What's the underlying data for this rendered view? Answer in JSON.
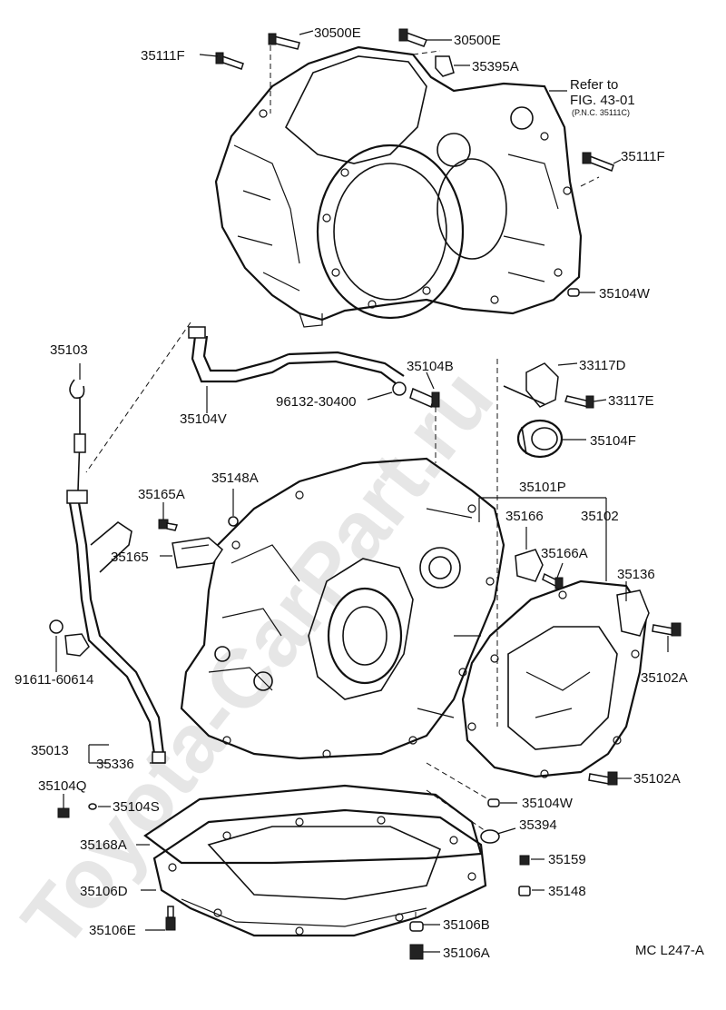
{
  "watermark": "Toyota-CarPart.ru",
  "drawing_code": "MC L247-A",
  "refer": {
    "line1": "Refer to",
    "line2": "FIG. 43-01",
    "line3": "(P.N.C. 35111C)"
  },
  "labels": {
    "p30500E_a": "30500E",
    "p30500E_b": "30500E",
    "p35111F_a": "35111F",
    "p35395A": "35395A",
    "p35111F_b": "35111F",
    "p35104W_a": "35104W",
    "p35103": "35103",
    "p35104V": "35104V",
    "p35104B": "35104B",
    "p96132": "96132-30400",
    "p33117D": "33117D",
    "p33117E": "33117E",
    "p35104F": "35104F",
    "p35148A": "35148A",
    "p35165A": "35165A",
    "p35165": "35165",
    "p35101P": "35101P",
    "p35166": "35166",
    "p35102": "35102",
    "p35166A": "35166A",
    "p35136": "35136",
    "p91611": "91611-60614",
    "p35102A_a": "35102A",
    "p35013": "35013",
    "p35336": "35336",
    "p35102A_b": "35102A",
    "p35104Q": "35104Q",
    "p35104S": "35104S",
    "p35104W_b": "35104W",
    "p35394": "35394",
    "p35168A": "35168A",
    "p35159": "35159",
    "p35106D": "35106D",
    "p35148": "35148",
    "p35106E": "35106E",
    "p35106B": "35106B",
    "p35106A": "35106A"
  }
}
